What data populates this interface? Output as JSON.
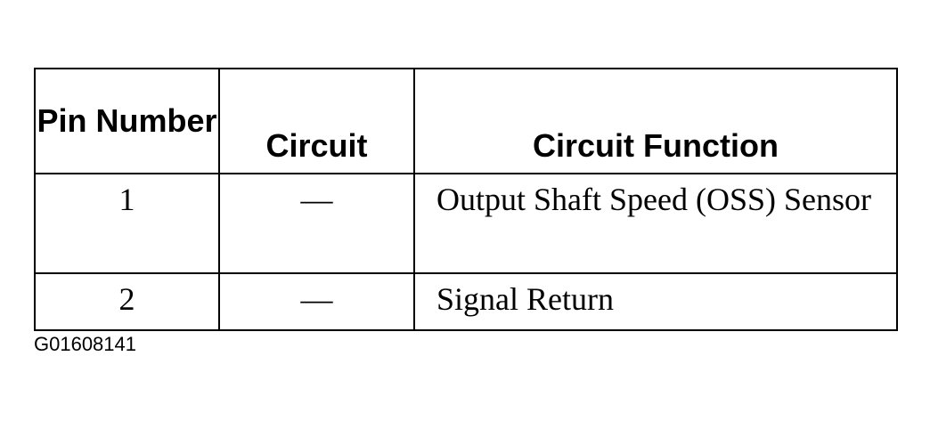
{
  "table": {
    "headers": {
      "pin_number": "Pin Number",
      "circuit": "Circuit",
      "circuit_function": "Circuit Function"
    },
    "rows": [
      {
        "pin": "1",
        "circuit": "—",
        "function": "Output Shaft Speed (OSS) Sensor"
      },
      {
        "pin": "2",
        "circuit": "—",
        "function": "Signal Return"
      }
    ]
  },
  "figure_id": "G01608141"
}
